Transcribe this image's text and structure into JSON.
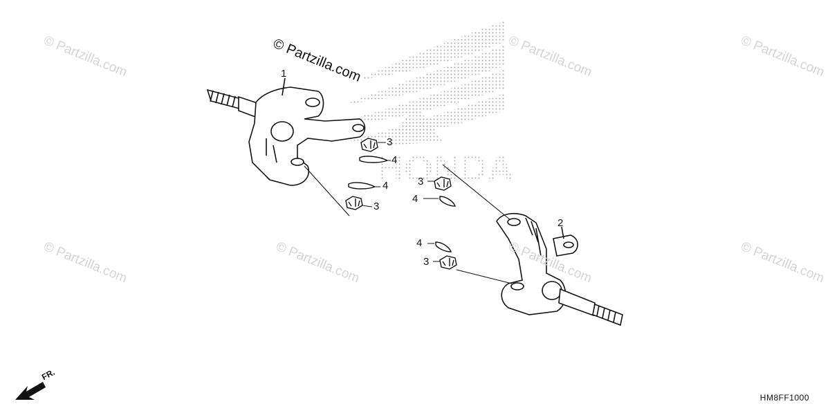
{
  "diagram": {
    "copyright": "© Partzilla.com",
    "watermark_text": "© Partzilla.com",
    "brand_logo_text": "HONDA",
    "diagram_code": "HM8FF1000",
    "front_indicator": "FR.",
    "callouts": [
      {
        "id": "callout-1",
        "label": "1"
      },
      {
        "id": "callout-2",
        "label": "2"
      },
      {
        "id": "callout-3a",
        "label": "3"
      },
      {
        "id": "callout-4a",
        "label": "4"
      },
      {
        "id": "callout-4b",
        "label": "4"
      },
      {
        "id": "callout-3b",
        "label": "3"
      },
      {
        "id": "callout-3c",
        "label": "3"
      },
      {
        "id": "callout-4c",
        "label": "4"
      },
      {
        "id": "callout-4d",
        "label": "4"
      },
      {
        "id": "callout-3d",
        "label": "3"
      }
    ]
  },
  "colors": {
    "line": "#111111",
    "watermark": "#d4d4d4",
    "logo_dots": "#9a9a9a"
  }
}
